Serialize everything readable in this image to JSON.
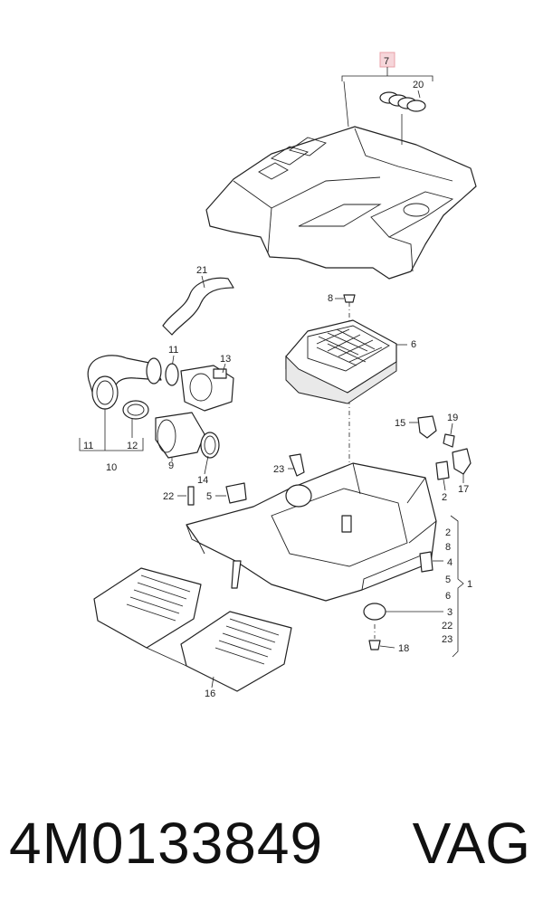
{
  "diagram": {
    "highlighted_callout": "7",
    "callouts": {
      "c20": "20",
      "c21": "21",
      "c8": "8",
      "c6": "6",
      "c11a": "11",
      "c13": "13",
      "c11b": "11",
      "c12": "12",
      "c10": "10",
      "c9": "9",
      "c14": "14",
      "c15": "15",
      "c19": "19",
      "c23a": "23",
      "c2a": "2",
      "c17": "17",
      "c22a": "22",
      "c5a": "5",
      "c4": "4",
      "c16": "16",
      "c3": "3",
      "c18": "18",
      "r2": "2",
      "r8": "8",
      "r4": "4",
      "r5": "5",
      "r6": "6",
      "r3": "3",
      "r22": "22",
      "r23": "23",
      "r1": "1"
    },
    "highlight_color": "#e8a0a8"
  },
  "footer": {
    "part_number": "4M0133849",
    "brand": "VAG"
  }
}
